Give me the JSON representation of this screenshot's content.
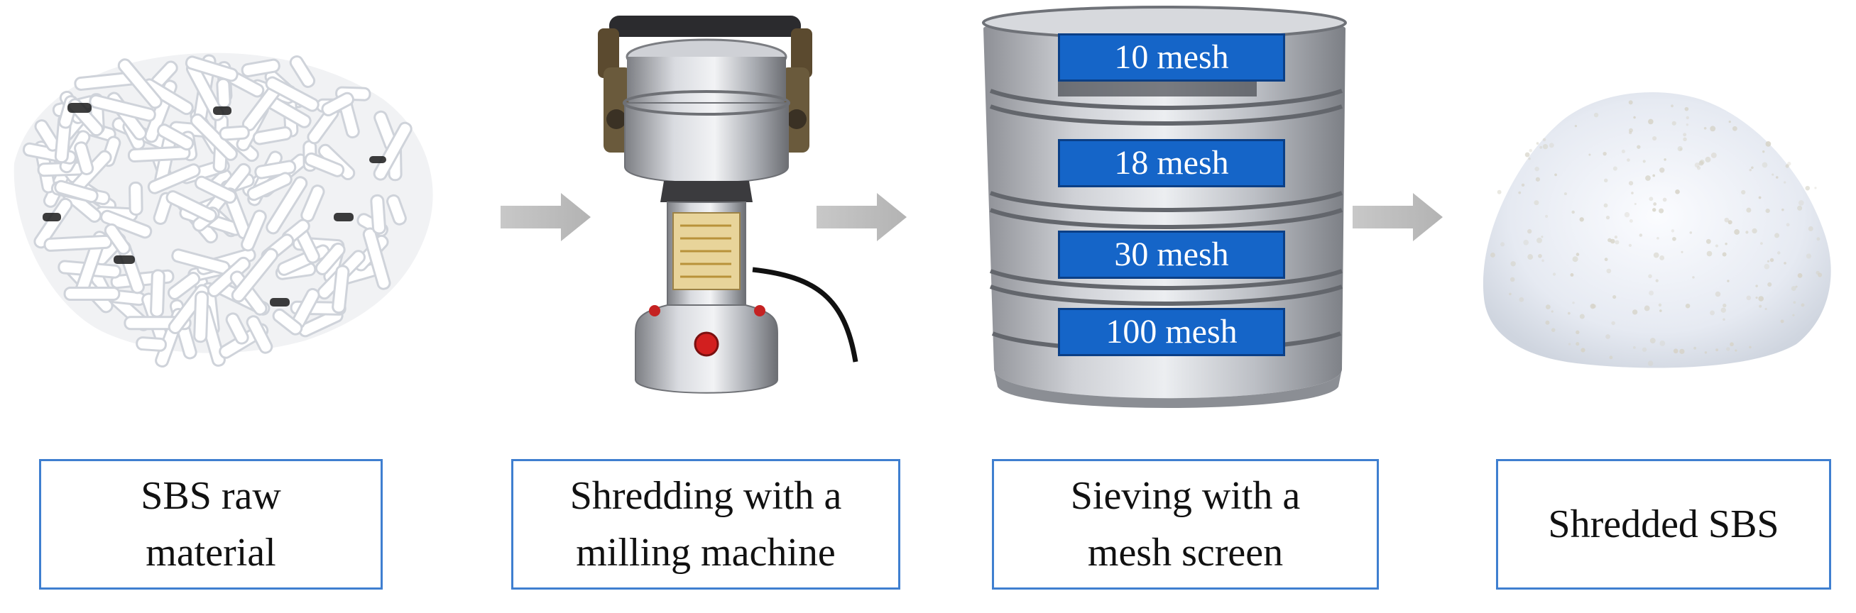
{
  "steps": [
    {
      "line1": "SBS raw",
      "line2": "material"
    },
    {
      "line1": "Shredding with a",
      "line2": "milling machine"
    },
    {
      "line1": "Sieving with a",
      "line2": "mesh screen"
    },
    {
      "line1": "Shredded SBS",
      "line2": ""
    }
  ],
  "mesh_labels": [
    "10 mesh",
    "18 mesh",
    "30 mesh",
    "100 mesh"
  ],
  "colors": {
    "box_border": "#3f7fd0",
    "mesh_label_fill": "#1565c8",
    "arrow": "#bfbfbf"
  }
}
